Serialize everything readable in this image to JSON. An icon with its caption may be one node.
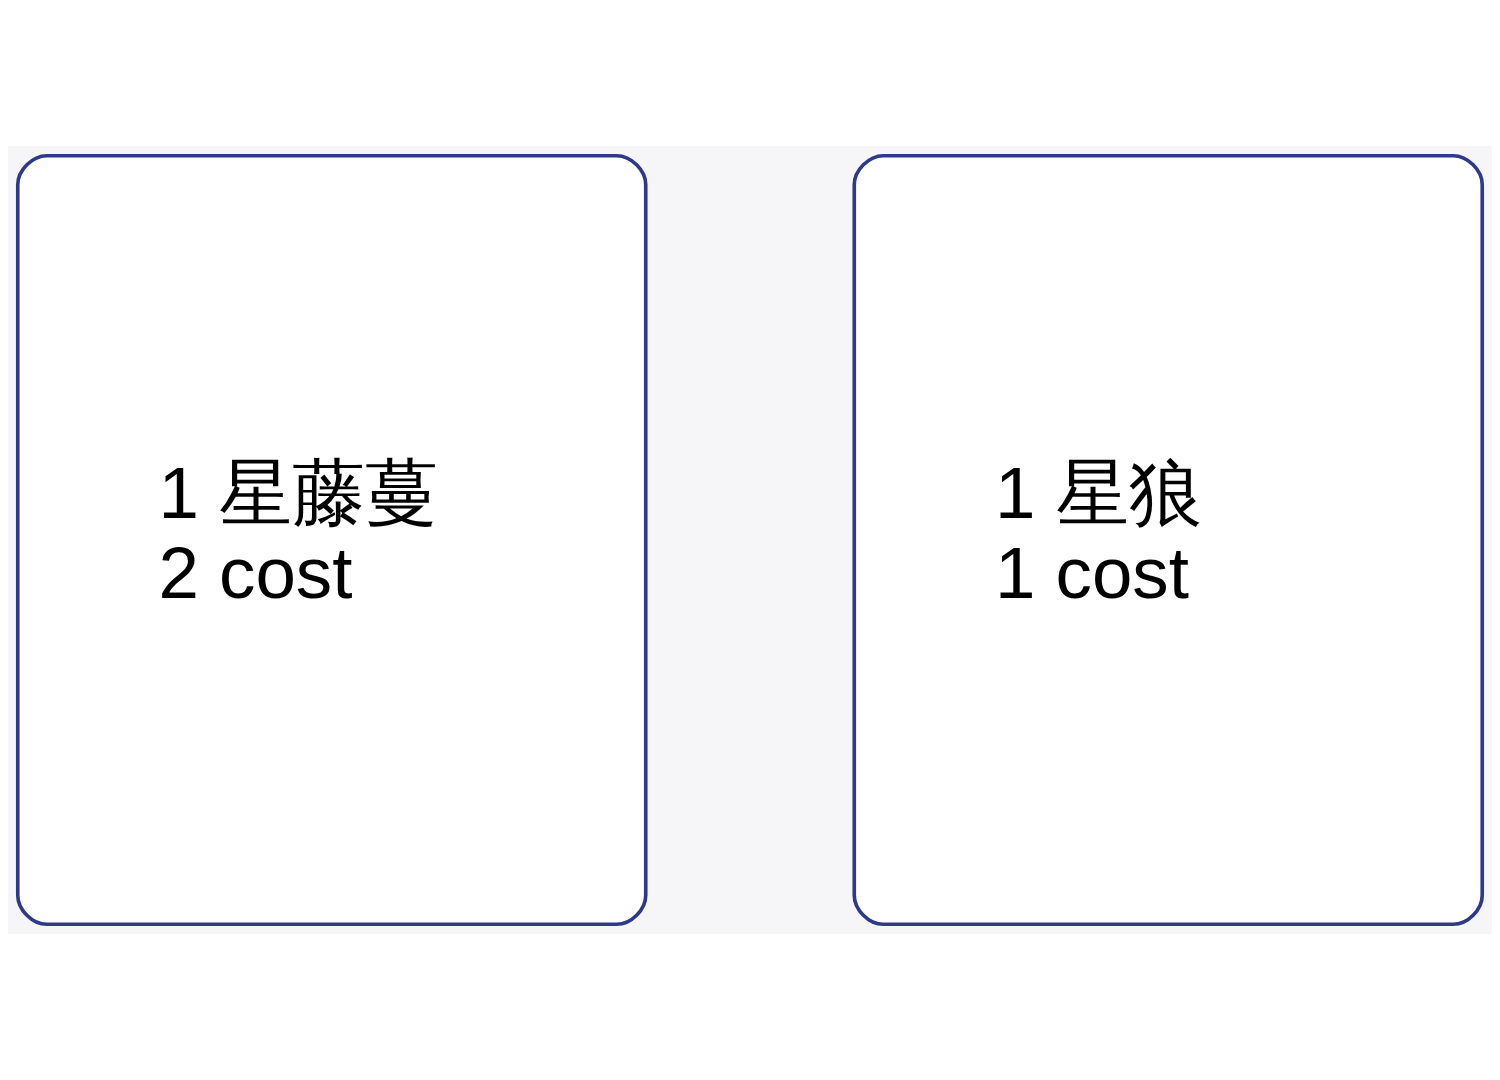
{
  "diagram": {
    "nodes": [
      {
        "text": [
          "1 星藤蔓",
          "2 cost"
        ]
      },
      {
        "text": [
          "1 星狼",
          "1 cost"
        ]
      }
    ]
  }
}
